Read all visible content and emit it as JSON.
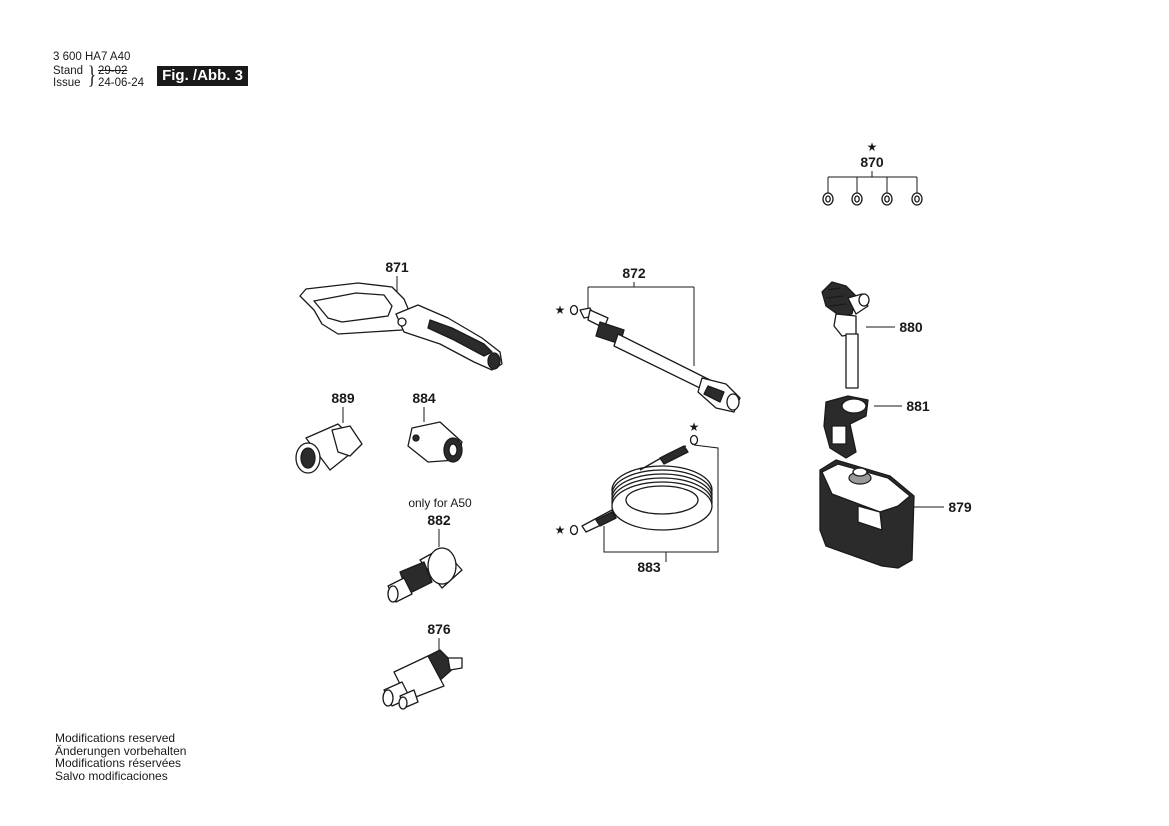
{
  "header": {
    "doc_number": "3 600 HA7 A40",
    "stand_label": "Stand",
    "issue_label": "Issue",
    "brace": "}",
    "old_date": "29-02",
    "new_date": "24-06-24",
    "fig_label": "Fig. /Abb. 3"
  },
  "parts": {
    "p870": "870",
    "p871": "871",
    "p872": "872",
    "p880": "880",
    "p881": "881",
    "p889": "889",
    "p884": "884",
    "p882": "882",
    "p882_note": "only for A50",
    "p883": "883",
    "p879": "879",
    "p876": "876"
  },
  "markers": {
    "star": "★"
  },
  "footer": {
    "lines": [
      "Modifications reserved",
      "Änderungen vorbehalten",
      "Modifications réservées",
      "Salvo modificaciones"
    ]
  }
}
